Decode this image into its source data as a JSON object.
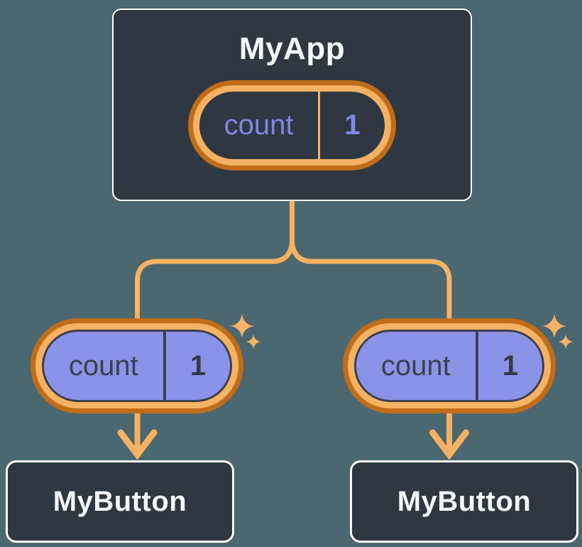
{
  "diagram": {
    "root": {
      "title": "MyApp",
      "state": {
        "label": "count",
        "value": "1"
      }
    },
    "children": [
      {
        "title": "MyButton",
        "prop": {
          "label": "count",
          "value": "1"
        }
      },
      {
        "title": "MyButton",
        "prop": {
          "label": "count",
          "value": "1"
        }
      }
    ]
  },
  "icons": {
    "sparkle": "sparkle-icon"
  },
  "colors": {
    "background": "#4b6770",
    "card_background": "#2f3743",
    "card_border": "#fdfcf8",
    "orange_dark": "#c06d1a",
    "orange_light": "#f6b264",
    "purple_fill": "#8b93e8",
    "purple_text": "#8089e2",
    "dark_line": "#39404e",
    "text_light": "#f6f7f9"
  }
}
